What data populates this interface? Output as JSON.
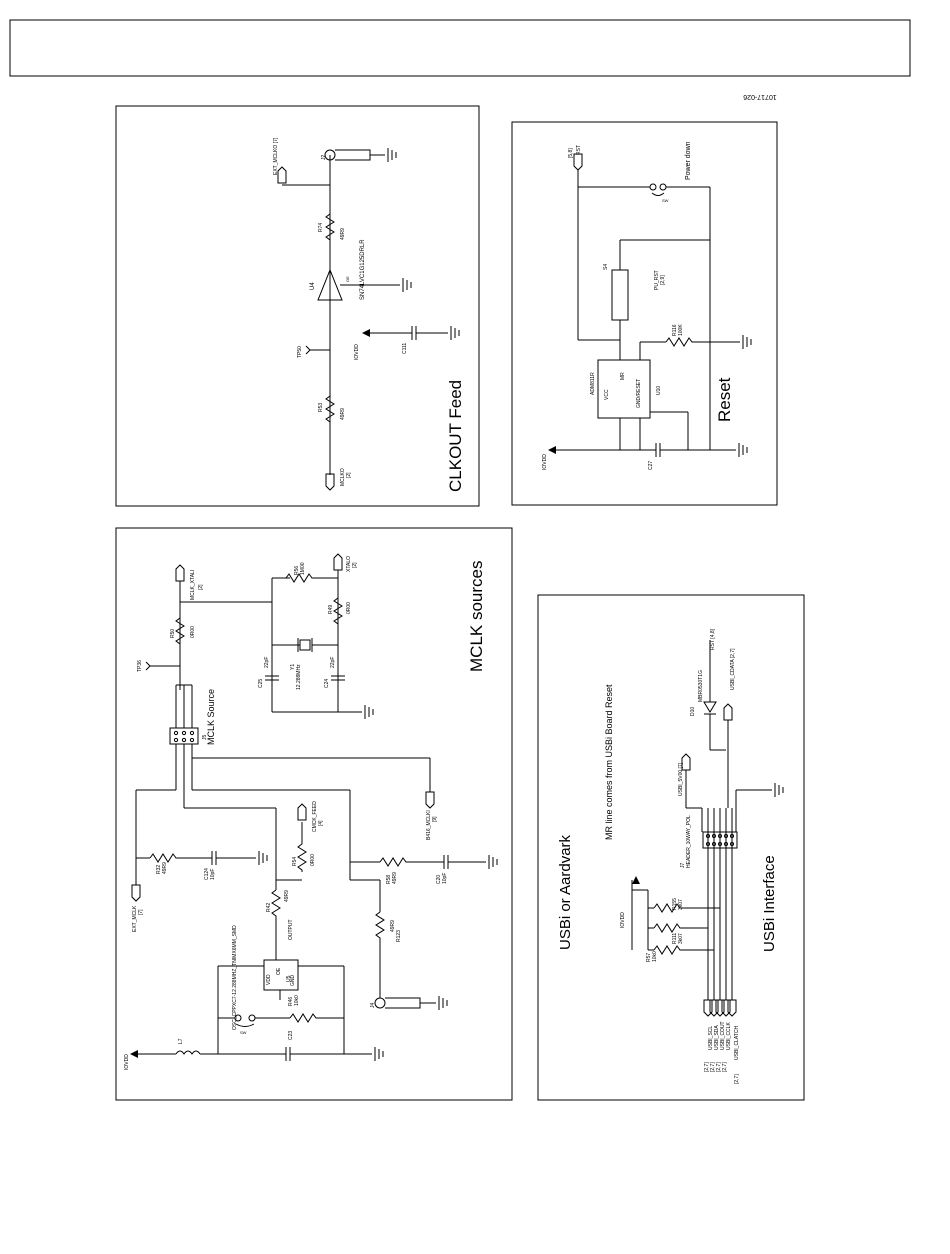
{
  "header": {
    "figure_id": "10717-026"
  },
  "panels": {
    "clkout": {
      "title": "CLKOUT Feed",
      "labels": {
        "j2": "J2",
        "r74": "R74",
        "r74_val": "49R9",
        "r53": "R53",
        "r53_val": "49R9",
        "u4": "U4",
        "u4_part": "SN74LVC1G125DRLR",
        "tp50": "TP50",
        "iovdd": "IOVDD",
        "c111": "C111",
        "ext_mclko": "EXT_MCLKO [7]",
        "mclko": "MCLKO",
        "mclko_ref": "[2]",
        "oe": "OE"
      }
    },
    "reset": {
      "title": "Reset",
      "labels": {
        "rst_net": "RST",
        "rst_ref": "[5,8]",
        "power_down": "Power down",
        "s4": "S4",
        "pu_rst": "PU_RST",
        "pu_rst_ref": "[2,9]",
        "r116": "R116",
        "r116_val": "100K",
        "adm811": "ADM811R",
        "u10": "U10",
        "vcc": "VCC",
        "mr": "MR",
        "gnd_rst": "GND/RESET",
        "iovdd": "IOVDD",
        "c27": "C27"
      }
    },
    "mclk": {
      "title": "MCLK sources",
      "labels": {
        "mclk_xtal": "MCLK_XTALI",
        "mclk_xtal_ref": "[2]",
        "r50": "R50",
        "r50_val": "0R00",
        "r56": "R56",
        "r56_val": "1M00",
        "xtalo": "XTALO",
        "xtalo_ref": "[2]",
        "r49": "R49",
        "r49_val": "0R00",
        "c25": "C25",
        "c25_val": "22pF",
        "y1": "Y1",
        "y1_val": "12.288MHz",
        "c24": "C24",
        "c24_val": "22pF",
        "tp36": "TP36",
        "source": "MCLK Source",
        "j5": "J5",
        "r32": "R32",
        "r32_val": "49R9",
        "c124": "C124",
        "c124_val": "10pF",
        "cmck_feed": "CMCK_FEED",
        "cmck_feed_ref": "[4]",
        "r54": "R54",
        "r54_val": "0R00",
        "r58": "R58",
        "r58_val": "49R9",
        "c20": "C20",
        "c20_val": "10pF",
        "bnc_mclk": "B416_MCLKI",
        "bnc_mclk_ref": "[9]",
        "r123": "R123",
        "r123_val": "49R9",
        "r42": "R42",
        "r42_val": "49R9",
        "output": "OUTPUT",
        "u5": "U5",
        "osc": "OSC_CPPXC7-12.288MHZ_TNIMX6MM_SMD",
        "r46": "R46",
        "r46_val": "10k0",
        "sw": "SW",
        "c23": "C23",
        "l7": "L7",
        "iovdd": "IOVDD",
        "j4": "J4",
        "ext_mclk": "EXT_MCLK",
        "ext_mclk_ref": "[7]",
        "vdd": "VDD",
        "oe": "OE",
        "gnd": "GND"
      }
    },
    "usbi": {
      "title_1": "USBi or Aardvark",
      "title_2": "USBi Interface",
      "note": "MR line comes from USBi Board Reset",
      "labels": {
        "iovdd": "IOVDD",
        "r57": "R57",
        "r57_val": "10k0",
        "r111": "R111",
        "r111_val": "3k07",
        "r155": "R155",
        "r155_val": "3k07",
        "j7": "J7",
        "j7_part": "HEADER_10WAY_POL",
        "usbi_5v": "USBI_5V00 [7]",
        "d10": "D10",
        "d10_part": "MBR0530T1G",
        "rst_net": "RST [4,8]",
        "usbi_cdata": "USBI_CDATA [2,7]",
        "usbi_scl": "USBI_SCL",
        "usbi_sda": "USBI_SDA",
        "usbi_cout": "USBI_COUT",
        "usbi_cclk": "USBI_CCLK",
        "usbi_clatch": "USBI_CLATCH",
        "refs": "[2,7]"
      }
    }
  }
}
